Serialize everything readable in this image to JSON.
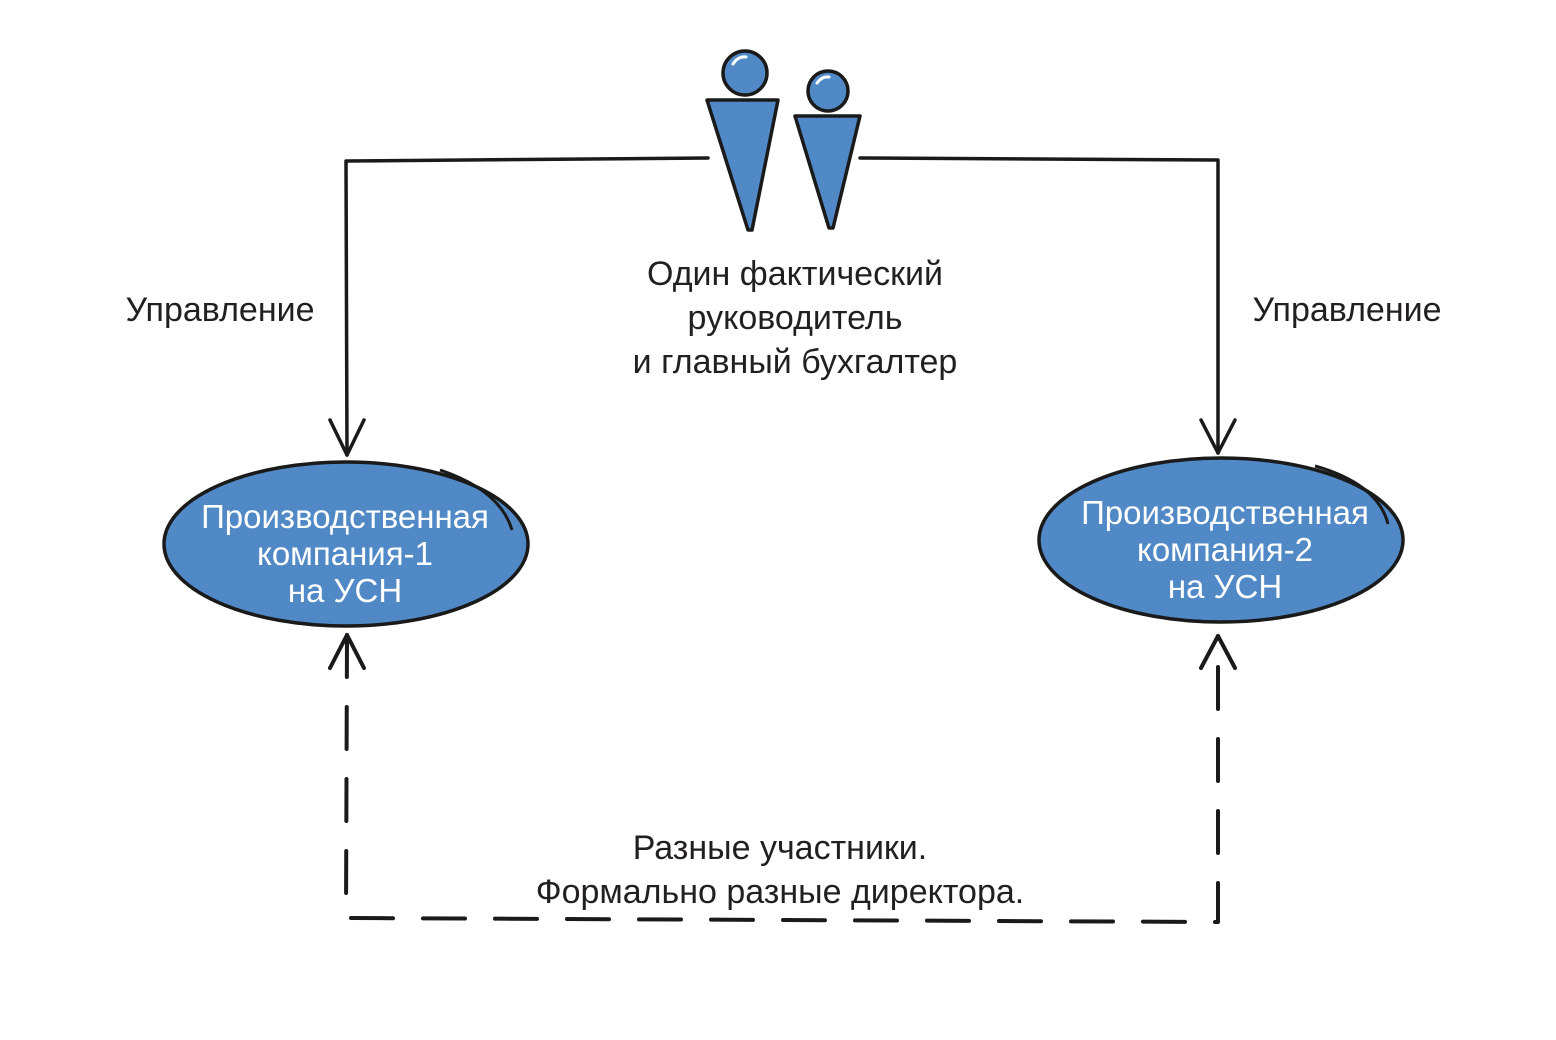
{
  "diagram": {
    "people": {
      "caption_lines": [
        "Один фактический",
        "руководитель",
        "и главный бухгалтер"
      ]
    },
    "edges": {
      "left_label": "Управление",
      "right_label": "Управление",
      "bottom_lines": [
        "Разные участники.",
        "Формально разные директора."
      ]
    },
    "nodes": [
      {
        "lines": [
          "Производственная",
          "компания-1",
          "на УСН"
        ]
      },
      {
        "lines": [
          "Производственная",
          "компания-2",
          "на УСН"
        ]
      }
    ]
  },
  "colors": {
    "fill_blue": "#5089c6",
    "stroke": "#1a1a1a",
    "text": "#231f20"
  },
  "icons": [
    "person-icon",
    "person-icon"
  ]
}
